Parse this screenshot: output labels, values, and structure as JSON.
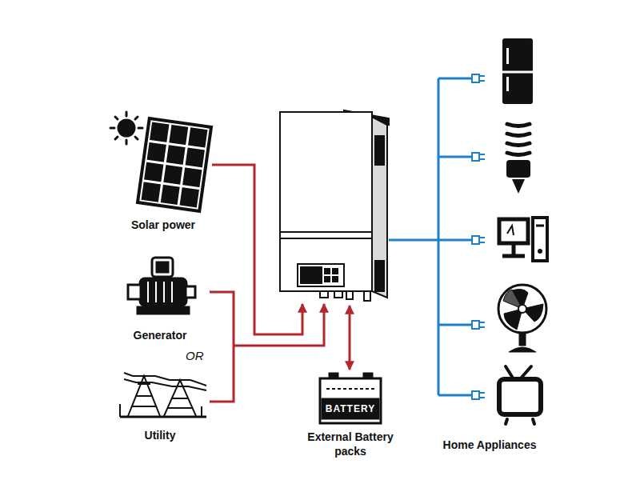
{
  "diagram": {
    "nodes": [
      {
        "text": [
          "Solar power"
        ]
      },
      {
        "text": [
          "Generator"
        ]
      },
      {
        "text": [
          "Utility"
        ]
      },
      {
        "text": [
          "BATTERY",
          "External Battery packs"
        ]
      },
      {
        "text": [
          "Home Appliances"
        ]
      }
    ],
    "labels": [
      "OR"
    ]
  }
}
